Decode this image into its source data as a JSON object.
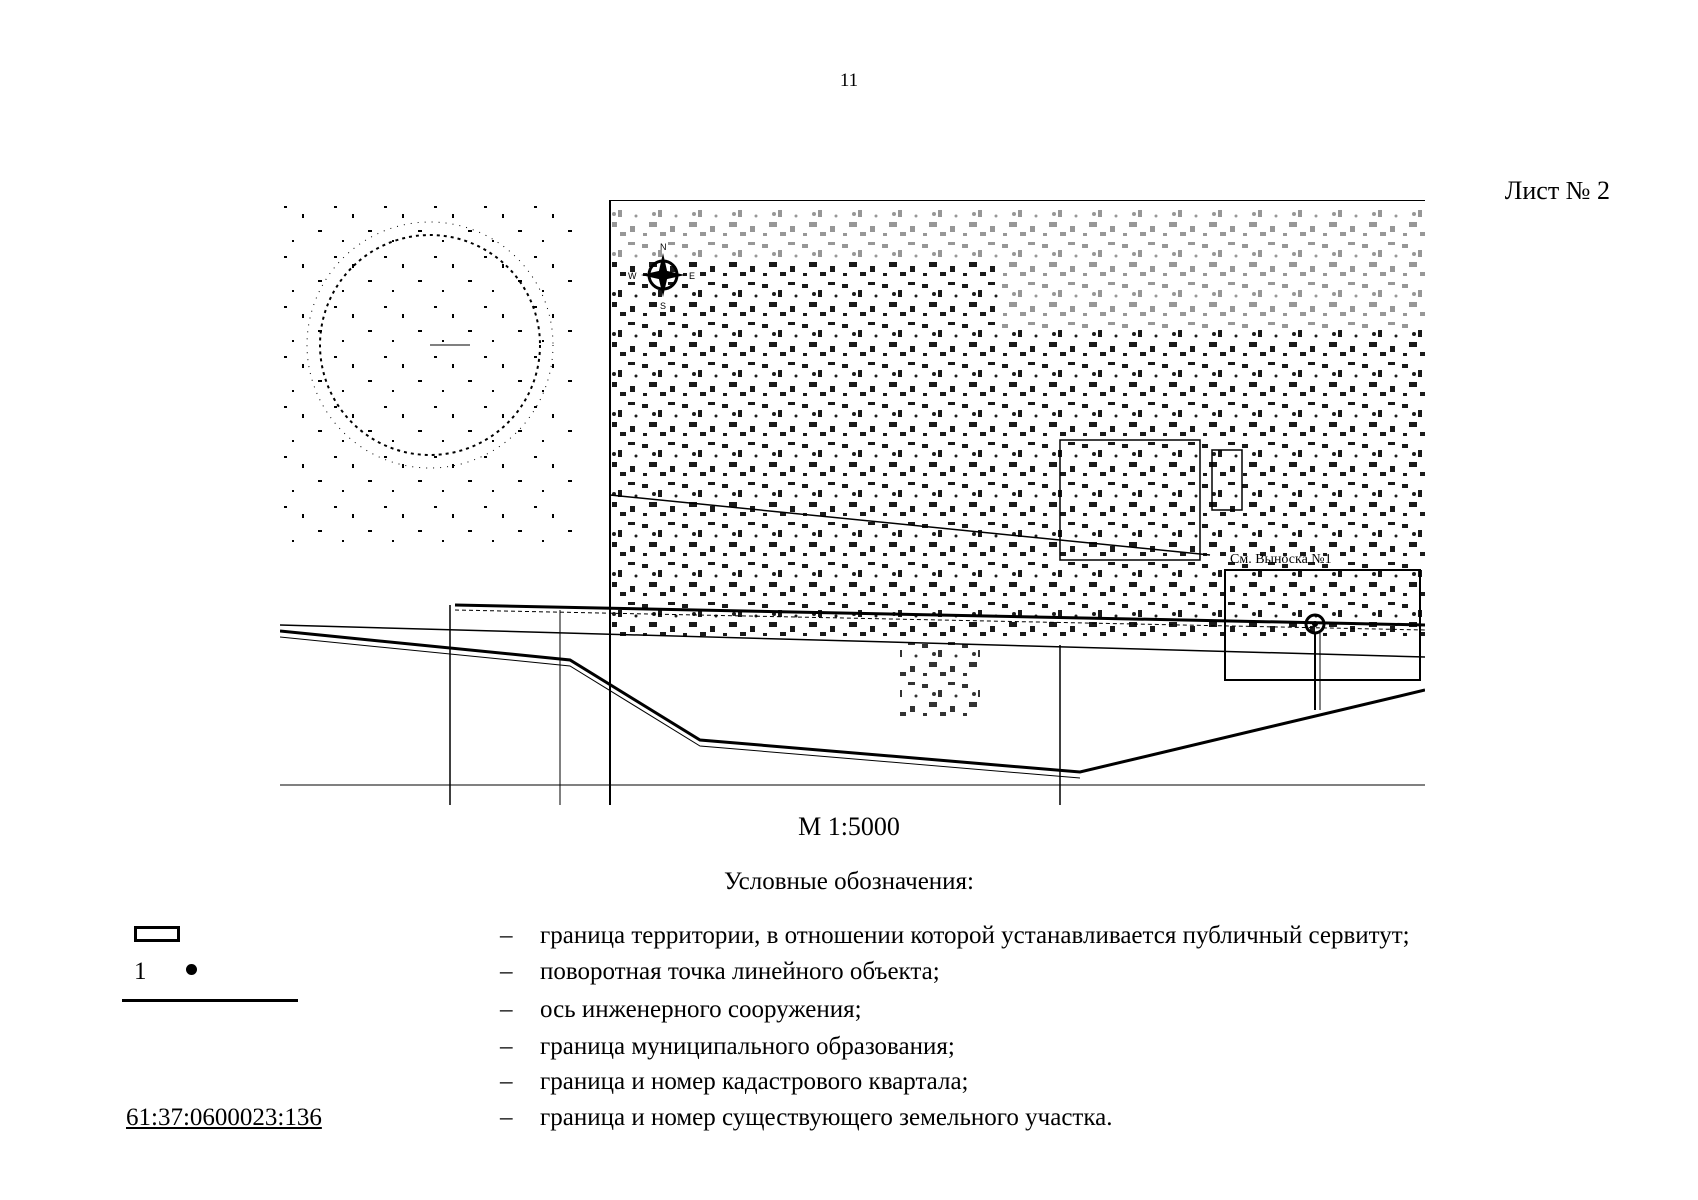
{
  "page": {
    "number": "11",
    "sheet_label": "Лист № 2"
  },
  "map": {
    "scale_label": "М 1:5000",
    "compass": {
      "n": "N",
      "s": "S",
      "e": "E",
      "w": "W"
    },
    "callout_label": "См. Выноска №1"
  },
  "legend": {
    "title": "Условные обозначения:",
    "dash": "–",
    "point_number": "1",
    "parcel_number": "61:37:0600023:136",
    "items": [
      {
        "symbol": "rectangle-outline",
        "text": "граница территории, в отношении которой устанавливается публичный сервитут;"
      },
      {
        "symbol": "numbered-point",
        "text": "поворотная точка линейного объекта;"
      },
      {
        "symbol": "solid-line",
        "text": "ось инженерного сооружения;"
      },
      {
        "symbol": "none",
        "text": "граница муниципального образования;"
      },
      {
        "symbol": "none",
        "text": "граница и номер кадастрового квартала;"
      },
      {
        "symbol": "underlined-number",
        "text": "граница и номер существующего земельного участка."
      }
    ]
  }
}
